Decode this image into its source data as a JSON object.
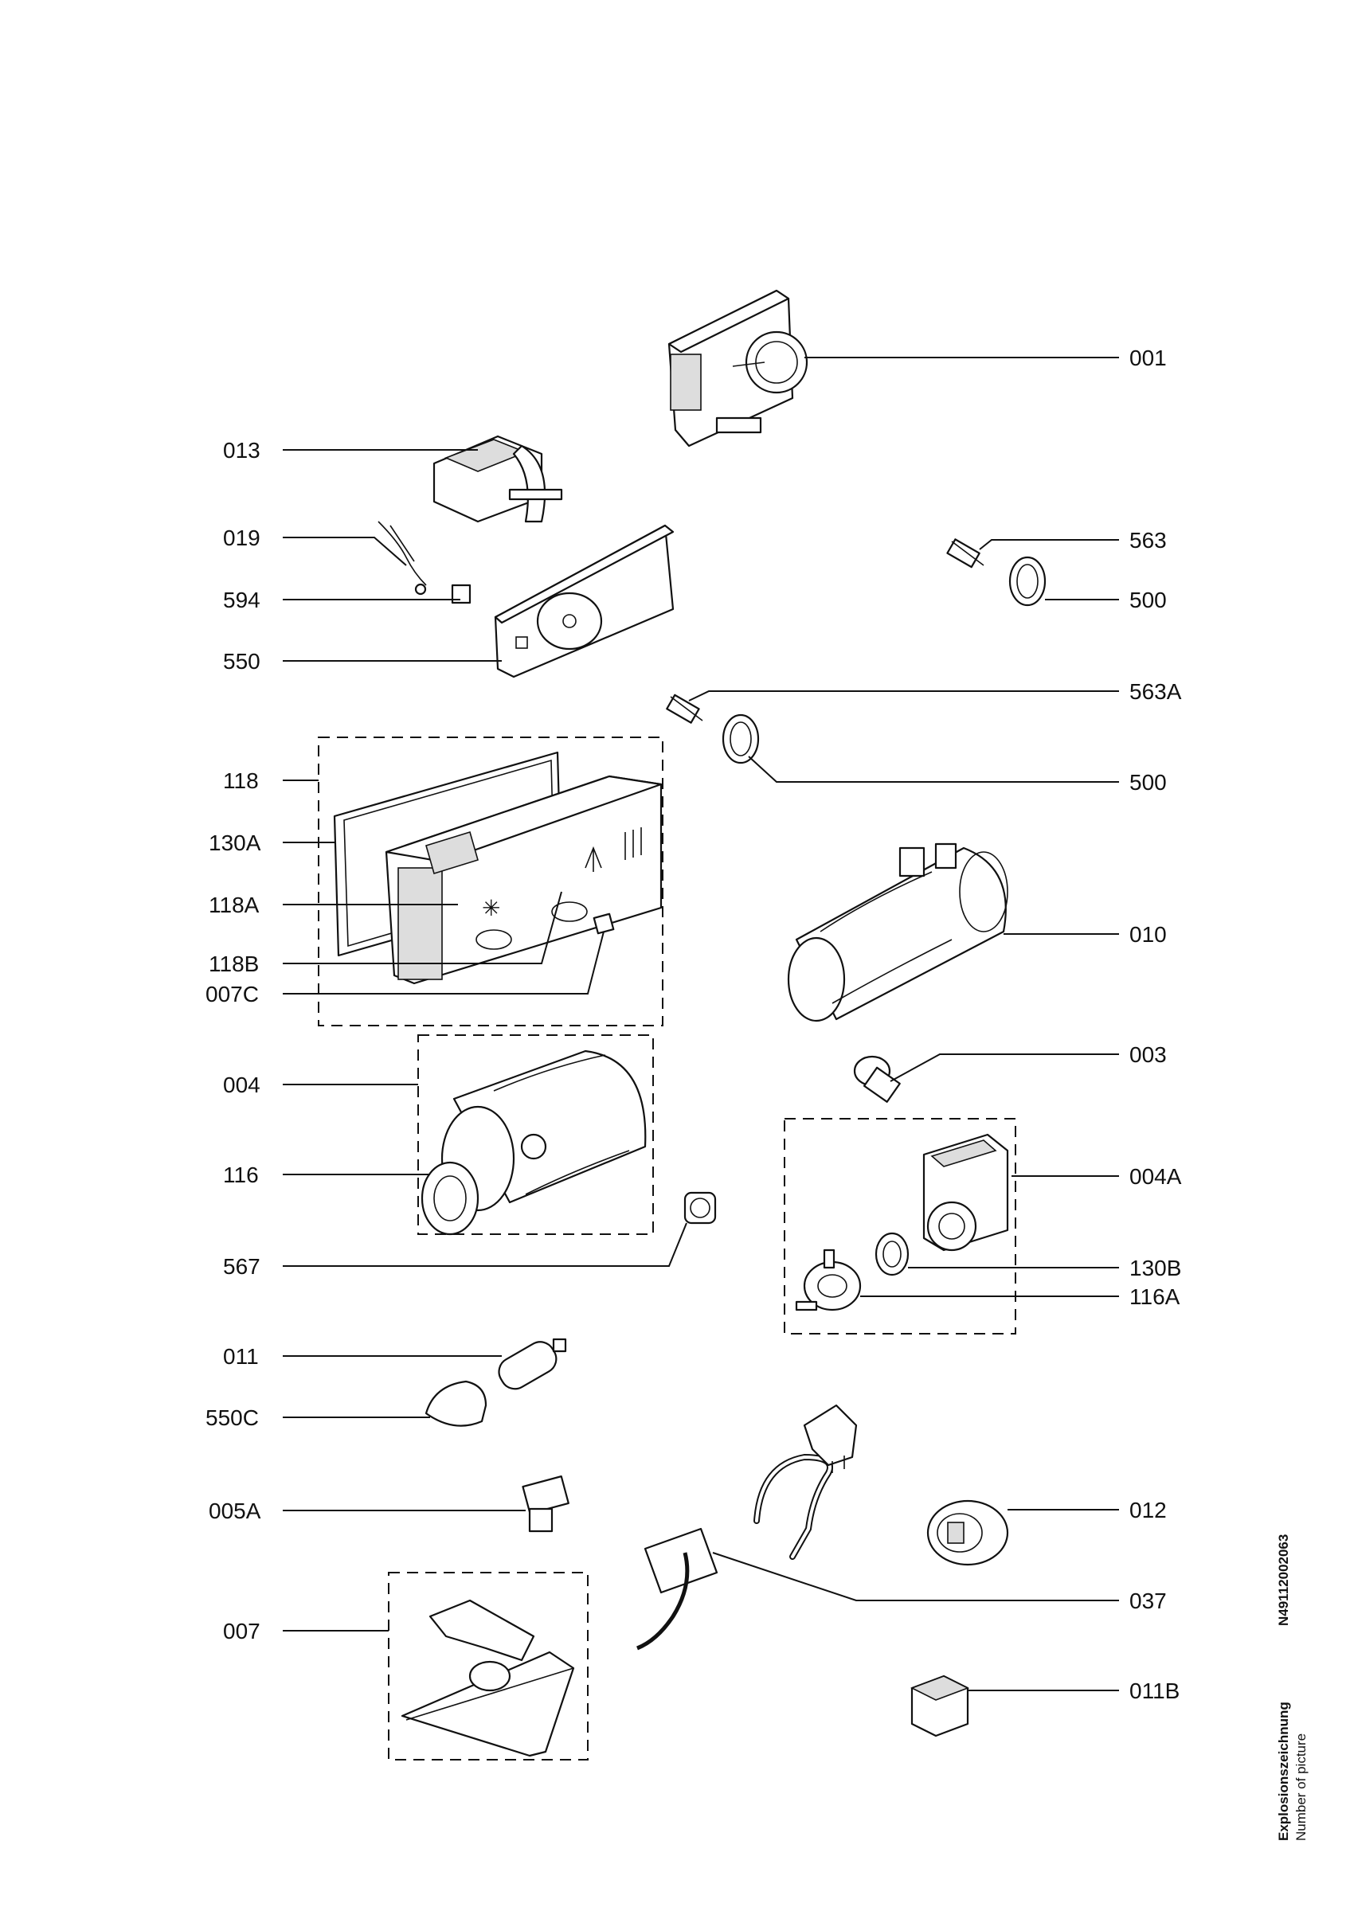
{
  "labels": {
    "l001": "001",
    "l013": "013",
    "l019": "019",
    "l563": "563",
    "l594": "594",
    "l500a": "500",
    "l550": "550",
    "l563A": "563A",
    "l118": "118",
    "l500b": "500",
    "l130A": "130A",
    "l118A": "118A",
    "l010": "010",
    "l118B": "118B",
    "l007C": "007C",
    "l004": "004",
    "l003": "003",
    "l116": "116",
    "l004A": "004A",
    "l567": "567",
    "l130B": "130B",
    "l116A": "116A",
    "l011": "011",
    "l550C": "550C",
    "l005A": "005A",
    "l012": "012",
    "l037": "037",
    "l007": "007",
    "l011B": "011B"
  },
  "side_caption": {
    "title": "Explosionszeichnung",
    "number": "N4911200206​3",
    "subtitle": "Number of picture"
  }
}
